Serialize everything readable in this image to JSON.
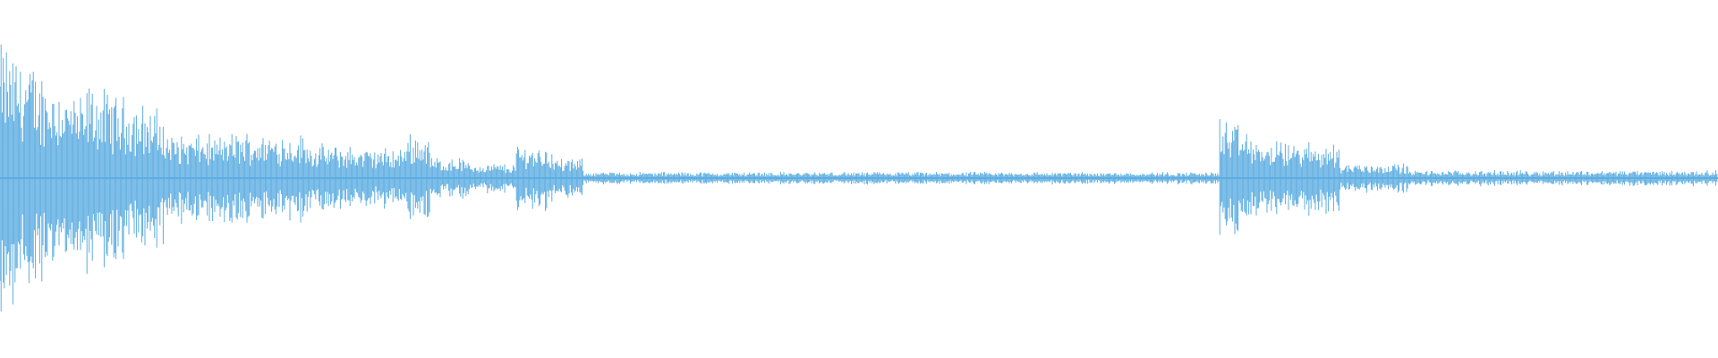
{
  "waveform": {
    "color": "#5DADE2",
    "background": "#ffffff",
    "segments": [
      {
        "start": 0.0,
        "end": 0.05,
        "amplitude": 0.9,
        "decay": 0.45
      },
      {
        "start": 0.05,
        "end": 0.095,
        "amplitude": 0.62,
        "decay": 0.3
      },
      {
        "start": 0.095,
        "end": 0.13,
        "amplitude": 0.3,
        "decay": 0.1
      },
      {
        "start": 0.13,
        "end": 0.18,
        "amplitude": 0.3,
        "decay": 0.05
      },
      {
        "start": 0.18,
        "end": 0.205,
        "amplitude": 0.22,
        "decay": 0.05
      },
      {
        "start": 0.205,
        "end": 0.235,
        "amplitude": 0.2,
        "decay": 0.05
      },
      {
        "start": 0.235,
        "end": 0.25,
        "amplitude": 0.3,
        "decay": 0.05
      },
      {
        "start": 0.25,
        "end": 0.272,
        "amplitude": 0.14,
        "decay": 0.05
      },
      {
        "start": 0.272,
        "end": 0.3,
        "amplitude": 0.1,
        "decay": 0.05
      },
      {
        "start": 0.3,
        "end": 0.322,
        "amplitude": 0.22,
        "decay": 0.05
      },
      {
        "start": 0.322,
        "end": 0.34,
        "amplitude": 0.13,
        "decay": 0.05
      },
      {
        "start": 0.34,
        "end": 0.71,
        "amplitude": 0.04,
        "decay": 0.0
      },
      {
        "start": 0.71,
        "end": 0.73,
        "amplitude": 0.41,
        "decay": 0.3
      },
      {
        "start": 0.73,
        "end": 0.78,
        "amplitude": 0.24,
        "decay": 0.05
      },
      {
        "start": 0.78,
        "end": 0.82,
        "amplitude": 0.1,
        "decay": 0.05
      },
      {
        "start": 0.82,
        "end": 1.0,
        "amplitude": 0.05,
        "decay": 0.0
      }
    ]
  }
}
